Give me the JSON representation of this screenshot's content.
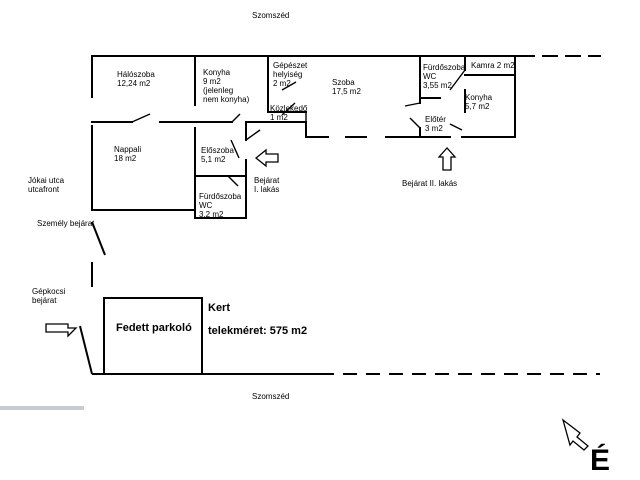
{
  "plan": {
    "neighbor_top": "Szomszéd",
    "neighbor_bottom": "Szomszéd",
    "street": "Jókai utca\nutcafront",
    "person_entrance": "Személy bejárat",
    "car_entrance": "Gépkocsi\nbejárat",
    "entrance_1": "Bejárat\nI. lakás",
    "entrance_2": "Bejárat II. lakás",
    "garden": "Kert",
    "plot_size": "telekméret: 575 m2",
    "carport": "Fedett parkoló",
    "north": "É",
    "rooms": {
      "bedroom": "Hálószoba\n12,24 m2",
      "kitchen1": "Konyha\n9 m2\n(jelenleg\nnem konyha)",
      "mechanical": "Gépészet\nhelyiség\n2 m2",
      "corridor": "Közlekedő\n1 m2",
      "room": "Szoba\n17,5 m2",
      "bathroom2": "Fürdőszoba\nWC\n3,55 m2",
      "pantry": "Kamra 2 m2",
      "kitchen2": "Konyha\n5,7 m2",
      "hall2": "Előtér\n3 m2",
      "living": "Nappali\n18 m2",
      "hall1": "Előszoba\n5,1 m2",
      "bathroom1": "Fürdőszoba\nWC\n3,2 m2"
    }
  }
}
